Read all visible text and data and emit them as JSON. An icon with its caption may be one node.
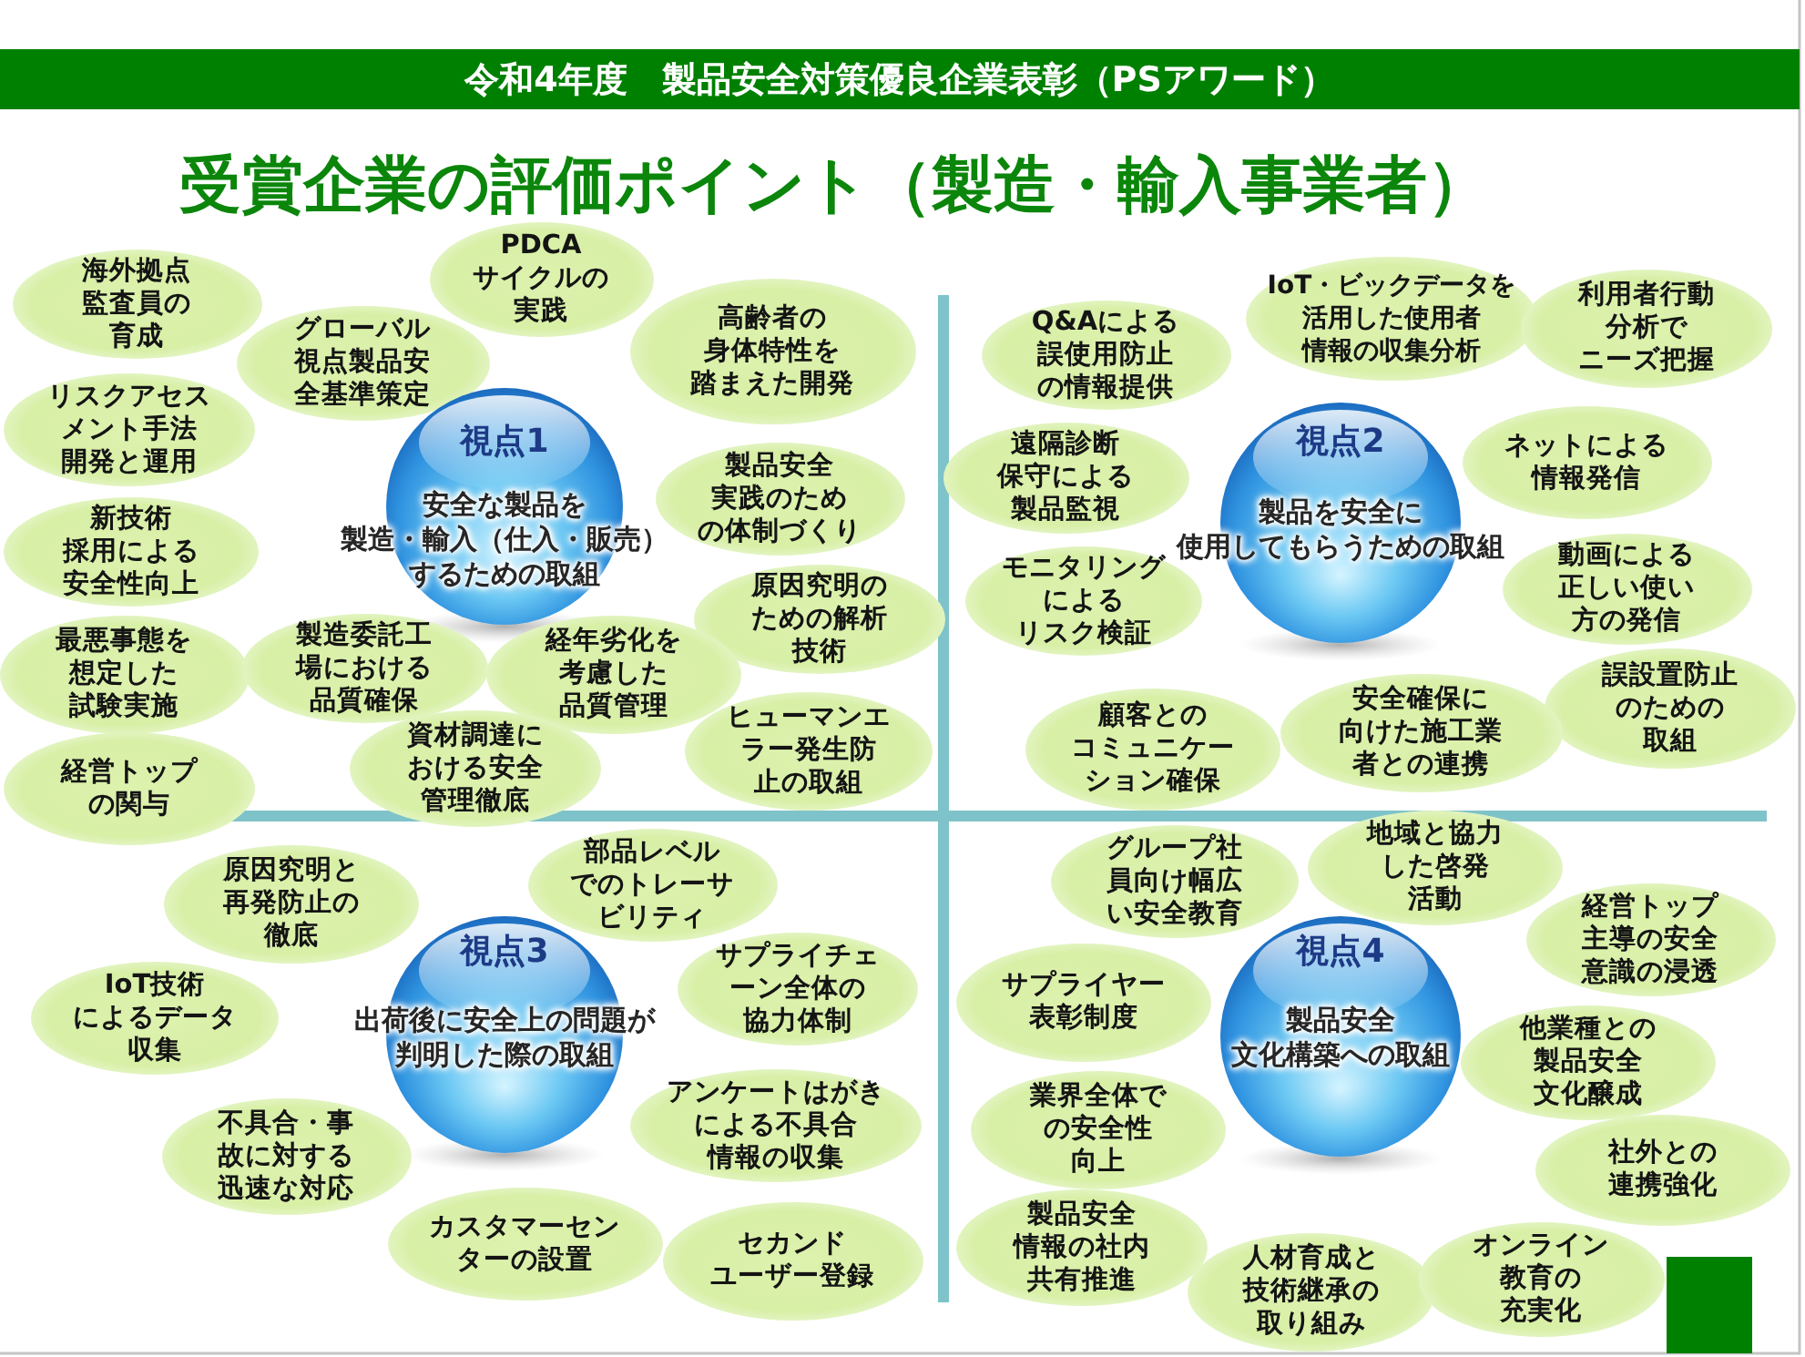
{
  "diagram": {
    "title": "受賞企業の評価ポイント（製造・輸入事業者）",
    "nodes": [
      {
        "text": [
          "令和4年度　製品安全対策優良企業表彰（PSアワード）"
        ]
      },
      {
        "text": [
          "視点1",
          "安全な製品を製造・輸入（仕入・販売）するための取組"
        ]
      },
      {
        "text": [
          "海外拠点監査員の育成"
        ]
      },
      {
        "text": [
          "PDCAサイクルの実践"
        ]
      },
      {
        "text": [
          "グローバル視点製品安全基準策定"
        ]
      },
      {
        "text": [
          "高齢者の身体特性を踏まえた開発"
        ]
      },
      {
        "text": [
          "リスクアセスメント手法開発と運用"
        ]
      },
      {
        "text": [
          "製品安全実践のための体制づくり"
        ]
      },
      {
        "text": [
          "新技術採用による安全性向上"
        ]
      },
      {
        "text": [
          "原因究明のための解析技術"
        ]
      },
      {
        "text": [
          "最悪事態を想定した試験実施"
        ]
      },
      {
        "text": [
          "製造委託工場における品質確保"
        ]
      },
      {
        "text": [
          "経年劣化を考慮した品質管理"
        ]
      },
      {
        "text": [
          "ヒューマンエラー発生防止の取組"
        ]
      },
      {
        "text": [
          "資材調達における安全管理徹底"
        ]
      },
      {
        "text": [
          "経営トップの関与"
        ]
      },
      {
        "text": [
          "視点2",
          "製品を安全に使用してもらうための取組"
        ]
      },
      {
        "text": [
          "Q&Aによる誤使用防止の情報提供"
        ]
      },
      {
        "text": [
          "IoT・ビックデータを活用した使用者情報の収集分析"
        ]
      },
      {
        "text": [
          "利用者行動分析でニーズ把握"
        ]
      },
      {
        "text": [
          "遠隔診断保守による製品監視"
        ]
      },
      {
        "text": [
          "ネットによる情報発信"
        ]
      },
      {
        "text": [
          "モニタリングによるリスク検証"
        ]
      },
      {
        "text": [
          "動画による正しい使い方の発信"
        ]
      },
      {
        "text": [
          "誤設置防止のための取組"
        ]
      },
      {
        "text": [
          "顧客とのコミュニケーション確保"
        ]
      },
      {
        "text": [
          "安全確保に向けた施工業者との連携"
        ]
      },
      {
        "text": [
          "視点3",
          "出荷後に安全上の問題が判明した際の取組"
        ]
      },
      {
        "text": [
          "原因究明と再発防止の徹底"
        ]
      },
      {
        "text": [
          "部品レベルでのトレーサビリティ"
        ]
      },
      {
        "text": [
          "サプライチェーン全体の協力体制"
        ]
      },
      {
        "text": [
          "IoT技術によるデータ収集"
        ]
      },
      {
        "text": [
          "アンケートはがきによる不具合情報の収集"
        ]
      },
      {
        "text": [
          "不具合・事故に対する迅速な対応"
        ]
      },
      {
        "text": [
          "カスタマーセンターの設置"
        ]
      },
      {
        "text": [
          "セカンドユーザー登録"
        ]
      },
      {
        "text": [
          "視点4",
          "製品安全文化構築への取組"
        ]
      },
      {
        "text": [
          "グループ社員向け幅広い安全教育"
        ]
      },
      {
        "text": [
          "地域と協力した啓発活動"
        ]
      },
      {
        "text": [
          "経営トップ主導の安全意識の浸透"
        ]
      },
      {
        "text": [
          "サプライヤー表彰制度"
        ]
      },
      {
        "text": [
          "他業種との製品安全文化醸成"
        ]
      },
      {
        "text": [
          "業界全体での安全性向上"
        ]
      },
      {
        "text": [
          "社外との連携強化"
        ]
      },
      {
        "text": [
          "製品安全情報の社内共有推進"
        ]
      },
      {
        "text": [
          "人材育成と技術継承の取り組み"
        ]
      },
      {
        "text": [
          "オンライン教育の充実化"
        ]
      }
    ]
  }
}
